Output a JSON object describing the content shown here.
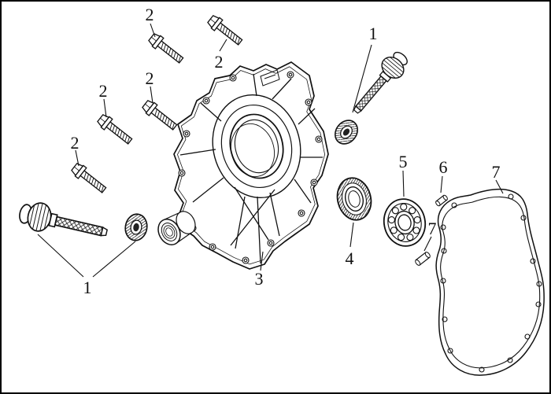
{
  "diagram": {
    "background_color": "#ffffff",
    "line_color": "#111111",
    "callouts": {
      "part1_top": "1",
      "part2_a": "2",
      "part2_b": "2",
      "part2_c": "2",
      "part2_d": "2",
      "part2_e": "2",
      "part1_bottom": "1",
      "part3": "3",
      "part4": "4",
      "part5": "5",
      "part6": "6",
      "part7_pin": "7",
      "part7_gasket": "7"
    }
  }
}
